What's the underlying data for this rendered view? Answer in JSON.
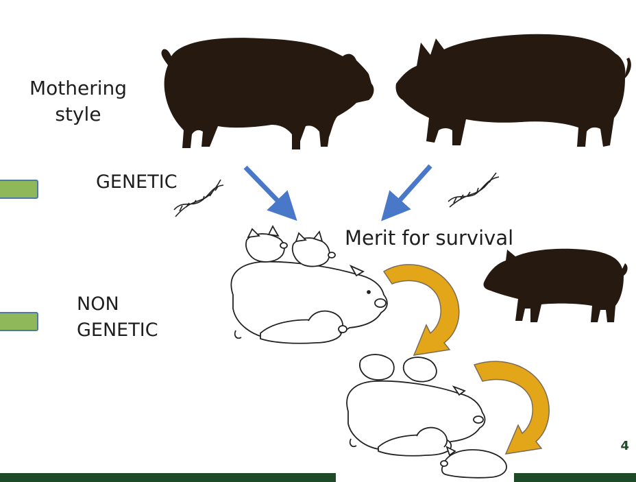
{
  "labels": {
    "mothering_line1": "Mothering",
    "mothering_line2": "style",
    "genetic": "GENETIC",
    "nongenetic_line1": "NON",
    "nongenetic_line2": "GENETIC",
    "merit": "Merit for survival",
    "page_number": "4"
  },
  "colors": {
    "silhouette": "#261910",
    "blue_arrow": "#4a78c8",
    "gold_arrow": "#e2a618",
    "gold_outline": "#7a6a58",
    "tab_fill": "#8fb85a",
    "tab_border": "#4f77a8",
    "footer": "#1f4a27"
  },
  "icons": [
    "sow-silhouette",
    "boar-silhouette",
    "small-pig-silhouette",
    "dna-icon",
    "sow-with-piglets-drawing",
    "piglet-drawing"
  ]
}
